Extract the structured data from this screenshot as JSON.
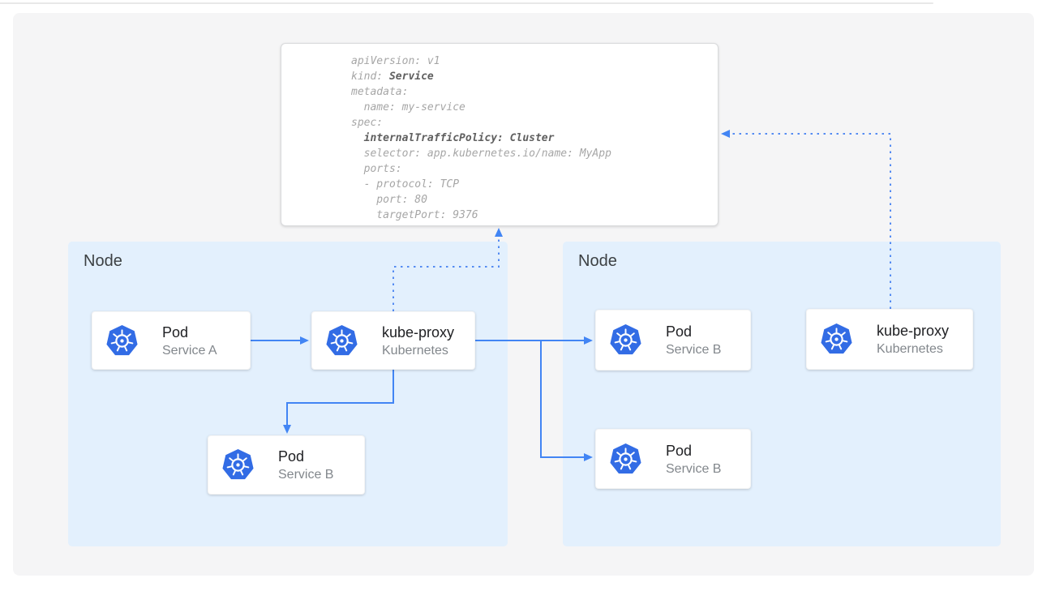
{
  "colors": {
    "arrow_blue": "#4285f4",
    "dotted_blue": "#548bf2",
    "node_background": "#e3f0fd",
    "kubernetes_blue": "#326ce5",
    "panel_gray": "#f5f5f6",
    "code_text": "#a6a6a6",
    "code_bold_text": "#5f5f5f"
  },
  "code_block": {
    "lines": [
      [
        {
          "text": "apiVersion: v1",
          "bold": false
        }
      ],
      [
        {
          "text": "kind: ",
          "bold": false
        },
        {
          "text": "Service",
          "bold": true
        }
      ],
      [
        {
          "text": "metadata:",
          "bold": false
        }
      ],
      [
        {
          "text": "  name: my-service",
          "bold": false
        }
      ],
      [
        {
          "text": "spec:",
          "bold": false
        }
      ],
      [
        {
          "text": "  ",
          "bold": false
        },
        {
          "text": "internalTrafficPolicy: Cluster",
          "bold": true
        }
      ],
      [
        {
          "text": "  selector: app.kubernetes.io/name: MyApp",
          "bold": false
        }
      ],
      [
        {
          "text": "  ports:",
          "bold": false
        }
      ],
      [
        {
          "text": "  - protocol: TCP",
          "bold": false
        }
      ],
      [
        {
          "text": "    port: 80",
          "bold": false
        }
      ],
      [
        {
          "text": "    targetPort: 9376",
          "bold": false
        }
      ]
    ]
  },
  "nodes": [
    {
      "label": "Node",
      "boxes": [
        {
          "icon": "kubernetes-icon",
          "title": "Pod",
          "subtitle": "Service A"
        },
        {
          "icon": "kubernetes-icon",
          "title": "kube-proxy",
          "subtitle": "Kubernetes"
        },
        {
          "icon": "kubernetes-icon",
          "title": "Pod",
          "subtitle": "Service B"
        }
      ]
    },
    {
      "label": "Node",
      "boxes": [
        {
          "icon": "kubernetes-icon",
          "title": "Pod",
          "subtitle": "Service B"
        },
        {
          "icon": "kubernetes-icon",
          "title": "Pod",
          "subtitle": "Service B"
        },
        {
          "icon": "kubernetes-icon",
          "title": "kube-proxy",
          "subtitle": "Kubernetes"
        }
      ]
    }
  ]
}
